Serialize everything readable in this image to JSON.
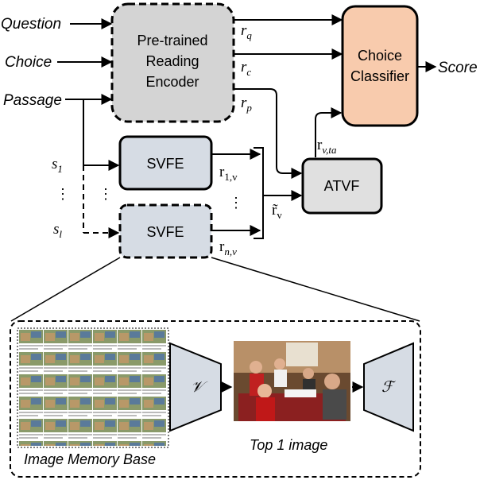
{
  "inputs": {
    "question": "Question",
    "choice": "Choice",
    "passage": "Passage"
  },
  "encoder": {
    "line1": "Pre-trained",
    "line2": "Reading",
    "line3": "Encoder"
  },
  "reps": {
    "r_q": "q",
    "r_c": "c",
    "r_p": "p",
    "r_vta": "v,ta",
    "r_1v": "1,v",
    "r_nv": "n,v",
    "r_v": "v"
  },
  "classifier": {
    "line1": "Choice",
    "line2": "Classifier"
  },
  "output": {
    "score": "Score"
  },
  "svfe": {
    "label": "SVFE"
  },
  "atvf": {
    "label": "ATVF"
  },
  "sentences": {
    "s1": "1",
    "sl": "l"
  },
  "memory": {
    "caption": "Image Memory Base",
    "top_caption": "Top 1 image",
    "encoder_symbol": "𝒱",
    "fusion_symbol": "ℱ"
  },
  "colors": {
    "encoder_fill": "#d4d4d4",
    "classifier_fill": "#f8cbad",
    "svfe_fill": "#d6dce4",
    "atvf_fill": "#e0e0e0",
    "trapezoid_fill": "#d6dce4"
  }
}
